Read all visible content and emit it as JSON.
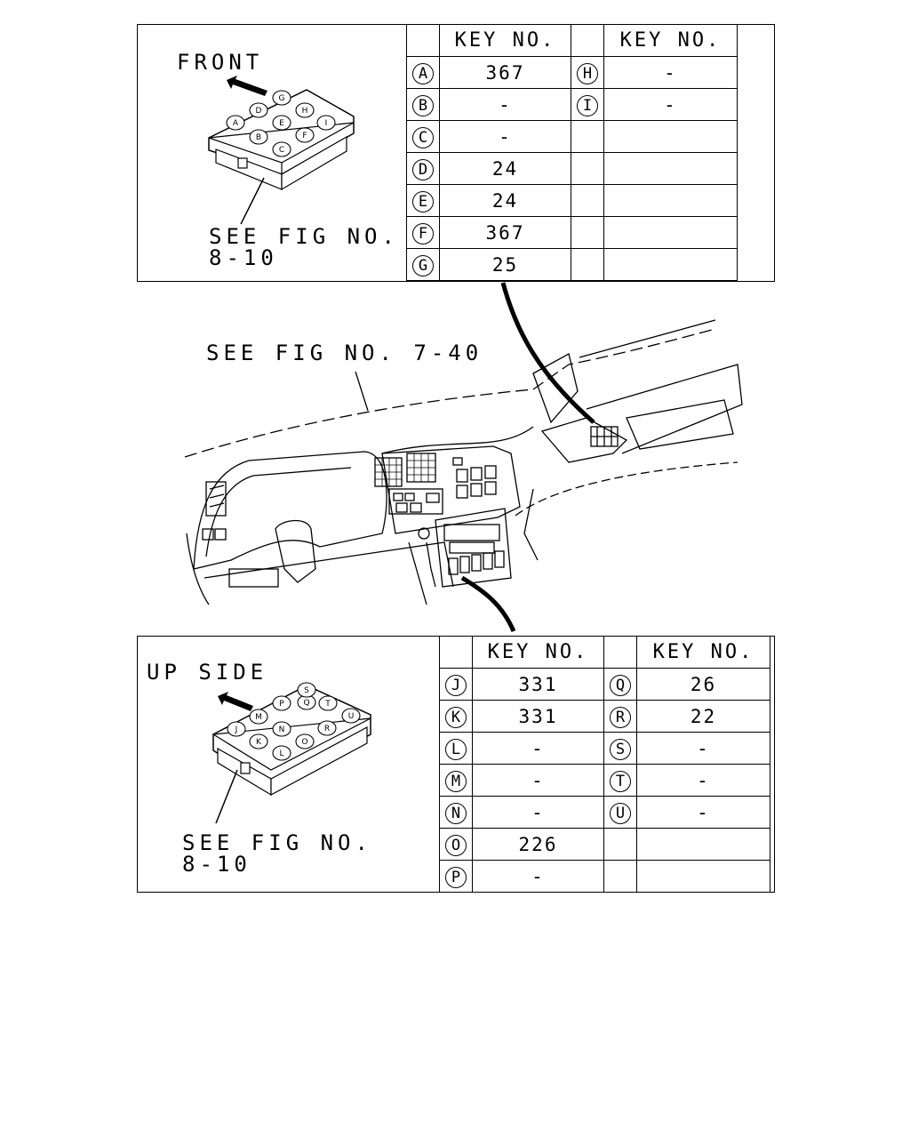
{
  "top_table": {
    "header_left": "KEY NO.",
    "header_right": "KEY NO.",
    "rows": [
      {
        "l": "A",
        "lk": "367",
        "r": "H",
        "rk": "-"
      },
      {
        "l": "B",
        "lk": "-",
        "r": "I",
        "rk": "-"
      },
      {
        "l": "C",
        "lk": "-",
        "r": "",
        "rk": ""
      },
      {
        "l": "D",
        "lk": "24",
        "r": "",
        "rk": ""
      },
      {
        "l": "E",
        "lk": "24",
        "r": "",
        "rk": ""
      },
      {
        "l": "F",
        "lk": "367",
        "r": "",
        "rk": ""
      },
      {
        "l": "G",
        "lk": "25",
        "r": "",
        "rk": ""
      }
    ]
  },
  "top_connector": {
    "direction_label": "FRONT",
    "see_fig_line1": "SEE FIG NO.",
    "see_fig_line2": "8-10",
    "pins": [
      "A",
      "B",
      "C",
      "D",
      "E",
      "F",
      "G",
      "H",
      "I"
    ]
  },
  "dashboard": {
    "see_fig_label": "SEE FIG NO. 7-40"
  },
  "bottom_table": {
    "header_left": "KEY NO.",
    "header_right": "KEY NO.",
    "rows": [
      {
        "l": "J",
        "lk": "331",
        "r": "Q",
        "rk": "26"
      },
      {
        "l": "K",
        "lk": "331",
        "r": "R",
        "rk": "22"
      },
      {
        "l": "L",
        "lk": "-",
        "r": "S",
        "rk": "-"
      },
      {
        "l": "M",
        "lk": "-",
        "r": "T",
        "rk": "-"
      },
      {
        "l": "N",
        "lk": "-",
        "r": "U",
        "rk": "-"
      },
      {
        "l": "O",
        "lk": "226",
        "r": "",
        "rk": ""
      },
      {
        "l": "P",
        "lk": "-",
        "r": "",
        "rk": ""
      }
    ]
  },
  "bottom_connector": {
    "direction_label": "UP SIDE",
    "see_fig_line1": "SEE FIG NO.",
    "see_fig_line2": "8-10",
    "pins": [
      "J",
      "K",
      "L",
      "M",
      "N",
      "O",
      "P",
      "Q",
      "R",
      "S",
      "T",
      "U"
    ]
  }
}
